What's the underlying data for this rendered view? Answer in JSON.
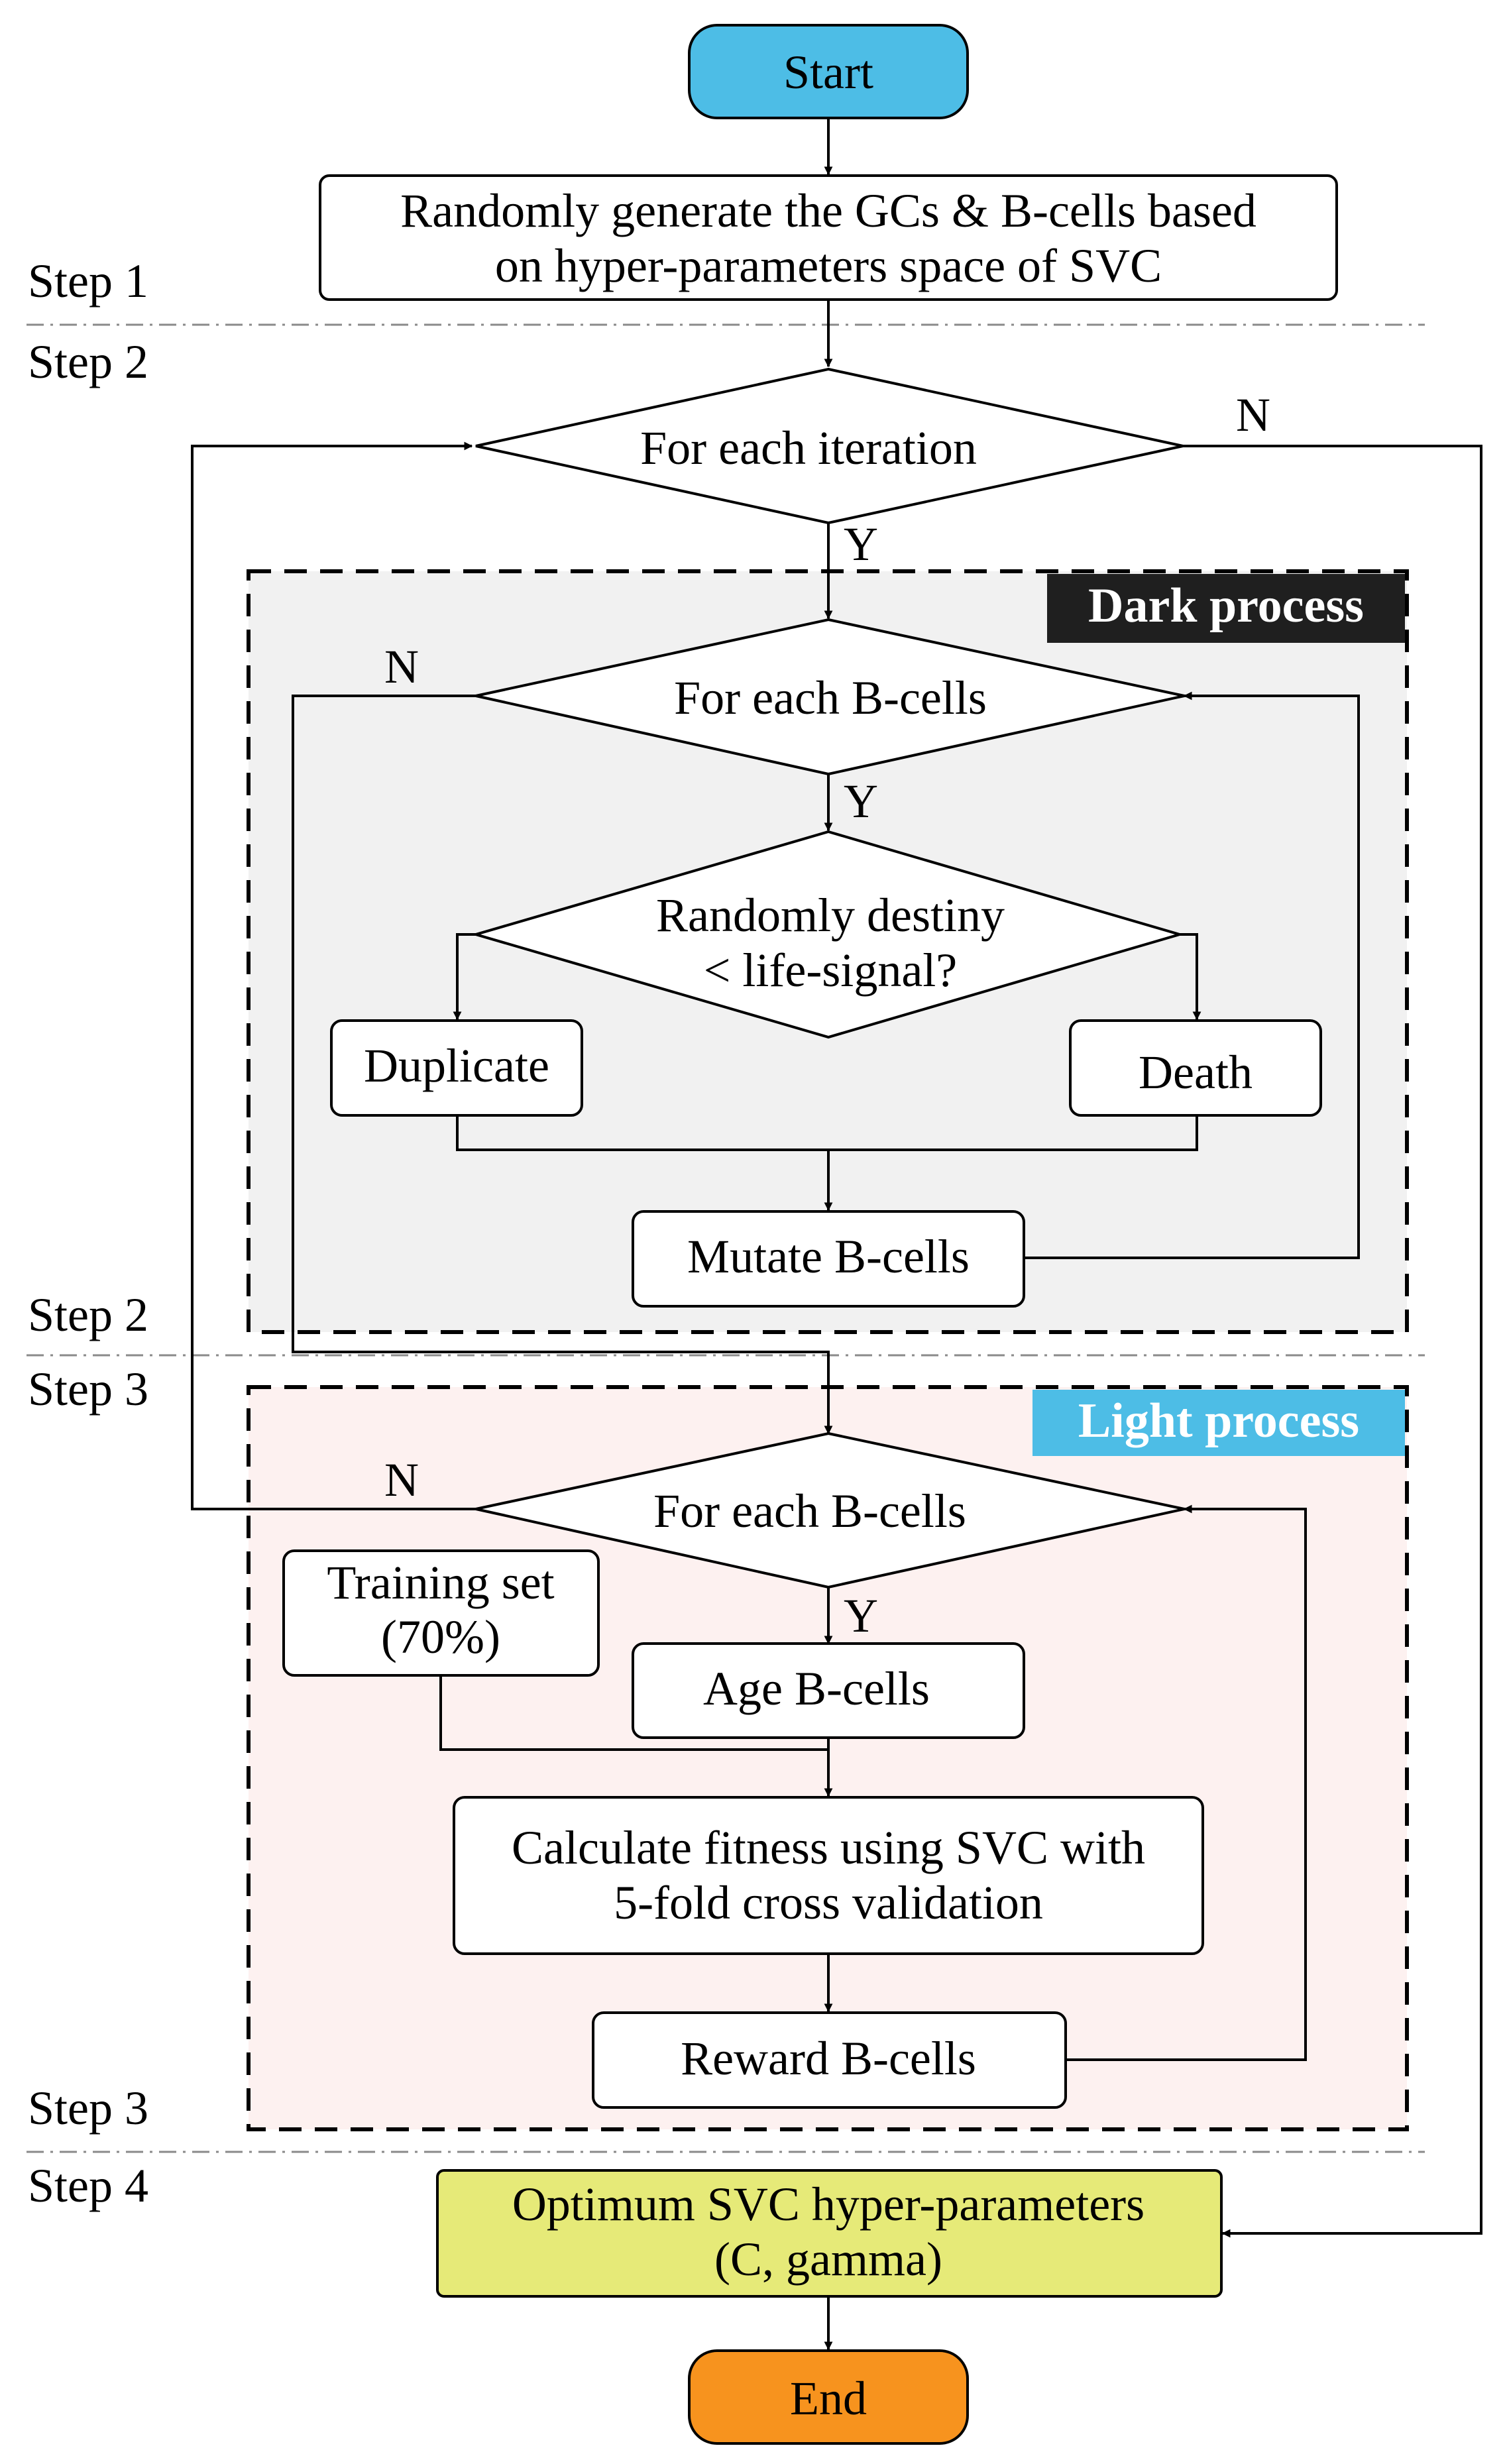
{
  "diagram": {
    "nodes": {
      "start": "Start",
      "generate": [
        "Randomly generate the GCs & B-cells based",
        "on hyper-parameters space of SVC"
      ],
      "iteration": "For each iteration",
      "dark_bcells": "For each B-cells",
      "destiny": [
        "Randomly destiny",
        "< life-signal?"
      ],
      "duplicate": "Duplicate",
      "death": "Death",
      "mutate": "Mutate B-cells",
      "light_bcells": "For each B-cells",
      "training": [
        "Training set",
        "(70%)"
      ],
      "age": "Age B-cells",
      "fitness": [
        "Calculate fitness using SVC with",
        "5-fold cross validation"
      ],
      "reward": "Reward B-cells",
      "optimum": [
        "Optimum SVC hyper-parameters",
        "(C, gamma)"
      ],
      "end": "End"
    },
    "regions": {
      "dark": "Dark process",
      "light": "Light process"
    },
    "steps": {
      "s1": "Step 1",
      "s2_start": "Step 2",
      "s2_end": "Step 2",
      "s3_start": "Step 3",
      "s3_end": "Step 3",
      "s4": "Step 4"
    },
    "edge_labels": {
      "iter_no": "N",
      "iter_yes": "Y",
      "dark_no": "N",
      "dark_yes": "Y",
      "light_no": "N",
      "light_yes": "Y"
    },
    "colors": {
      "start": "#4dbde6",
      "end": "#f7931e",
      "optimum": "#e6ea78",
      "dark_bg": "#f1f1f1",
      "dark_tag": "#1f1f1f",
      "light_bg": "#fdf1f0",
      "light_tag": "#4dbde6"
    }
  }
}
